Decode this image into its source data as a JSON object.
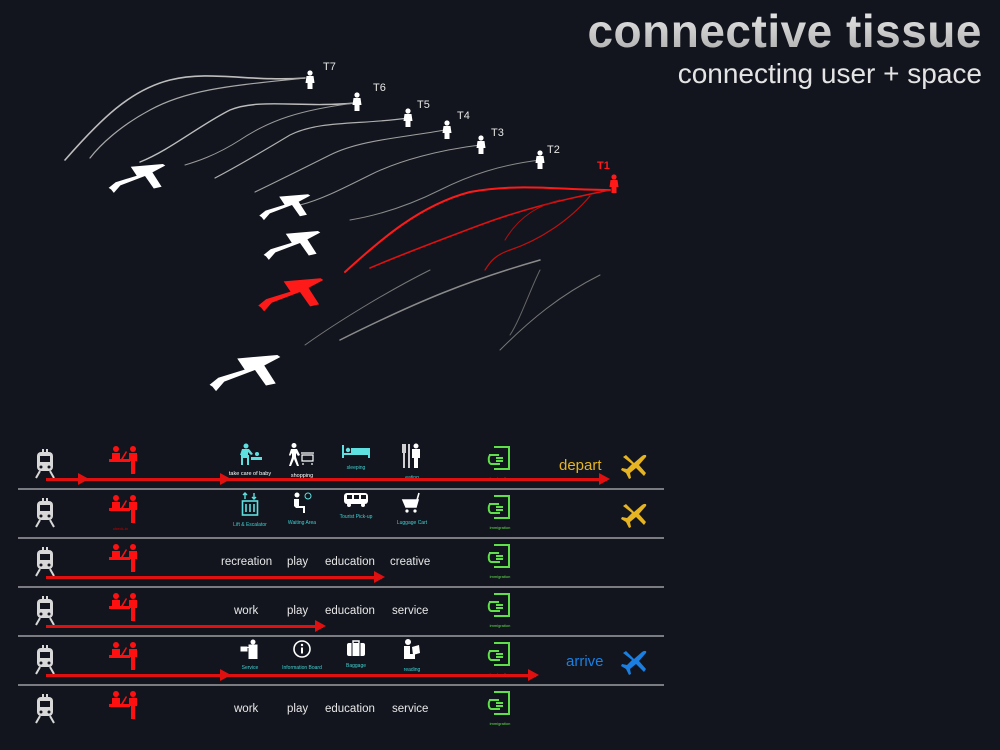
{
  "header": {
    "title": "connective tissue",
    "subtitle": "connecting user + space"
  },
  "network": {
    "terminals": [
      {
        "label": "T7",
        "color": "#ffffff"
      },
      {
        "label": "T6",
        "color": "#ffffff"
      },
      {
        "label": "T5",
        "color": "#ffffff"
      },
      {
        "label": "T4",
        "color": "#ffffff"
      },
      {
        "label": "T3",
        "color": "#ffffff"
      },
      {
        "label": "T2",
        "color": "#ffffff"
      },
      {
        "label": "T1",
        "color": "#ff1a1a"
      }
    ],
    "planes": [
      {
        "color": "#ffffff"
      },
      {
        "color": "#ffffff"
      },
      {
        "color": "#ffffff"
      },
      {
        "color": "#ff1a1a"
      },
      {
        "color": "#ffffff"
      }
    ],
    "highlight_color": "#ff1a1a",
    "path_color": "#bdbdbd"
  },
  "colors": {
    "train": "#d8d8d8",
    "counter": "#ff1010",
    "amenity": "#5fe0e0",
    "immigration": "#5fe04a",
    "arrow": "#e01010",
    "depart": "#e6b422",
    "arrive": "#1a7fe0"
  },
  "rows": [
    {
      "type": "icons",
      "amenities": [
        {
          "icon": "baby-care-icon",
          "label": "take care of baby"
        },
        {
          "icon": "shopping-icon",
          "label": "shopping"
        },
        {
          "icon": "sleeping-icon",
          "label": "sleeping"
        },
        {
          "icon": "eating-icon",
          "label": "eating"
        }
      ],
      "immigration_label": "immigration",
      "status": "depart",
      "plane": "depart-plane-icon",
      "arrow_progress": 0.95
    },
    {
      "type": "icons",
      "counter_label": "check-in",
      "amenities": [
        {
          "icon": "lift-escalator-icon",
          "label": "Lift & Escalator"
        },
        {
          "icon": "waiting-area-icon",
          "label": "Waiting Area"
        },
        {
          "icon": "tourist-pickup-icon",
          "label": "Tourist Pick-up"
        },
        {
          "icon": "luggage-cart-icon",
          "label": "Luggage Cart"
        }
      ],
      "immigration_label": "immigration",
      "plane": "depart-plane-icon"
    },
    {
      "type": "words",
      "words": [
        "recreation",
        "play",
        "education",
        "creative"
      ],
      "immigration_label": "immigration",
      "arrow_progress": 0.57
    },
    {
      "type": "words",
      "words": [
        "work",
        "play",
        "education",
        "service"
      ],
      "immigration_label": "immigration",
      "arrow_progress": 0.47
    },
    {
      "type": "icons",
      "amenities": [
        {
          "icon": "service-icon",
          "label": "Service"
        },
        {
          "icon": "information-icon",
          "label": "Information Board"
        },
        {
          "icon": "baggage-icon",
          "label": "Baggage"
        },
        {
          "icon": "reading-icon",
          "label": "reading"
        }
      ],
      "immigration_label": "immigration",
      "status": "arrive",
      "plane": "arrive-plane-icon",
      "arrow_progress": 0.83
    },
    {
      "type": "words",
      "words": [
        "work",
        "play",
        "education",
        "service"
      ],
      "immigration_label": "immigration"
    }
  ]
}
